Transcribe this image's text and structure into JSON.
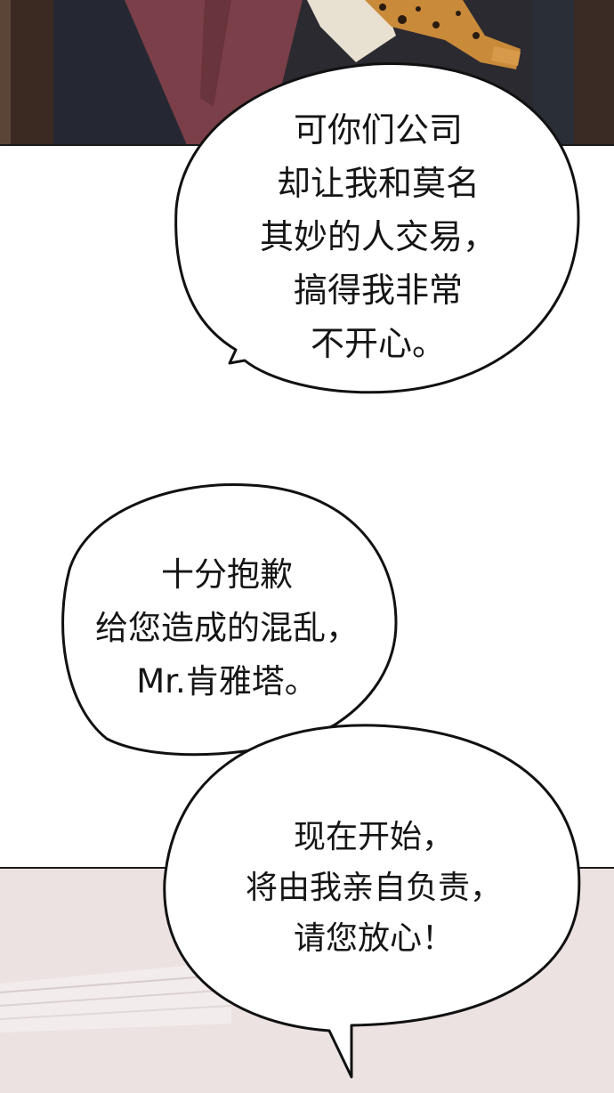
{
  "panel": {
    "bubbles": [
      {
        "lines": [
          "可你们公司",
          "却让我和莫名",
          "其妙的人交易，",
          "搞得我非常",
          "不开心。"
        ]
      },
      {
        "lines": [
          "十分抱歉",
          "给您造成的混乱，",
          "Mr.肯雅塔。"
        ]
      },
      {
        "lines": [
          "现在开始，",
          "将由我亲自负责，",
          "请您放心！"
        ]
      }
    ]
  },
  "colors": {
    "dark_panel_bg": "#2e2b33",
    "coat": "#7a3f48",
    "leopard": "#c98a3a",
    "floor": "#ece2e2",
    "bubble_fill": "#ffffff",
    "bubble_stroke": "#111111"
  }
}
